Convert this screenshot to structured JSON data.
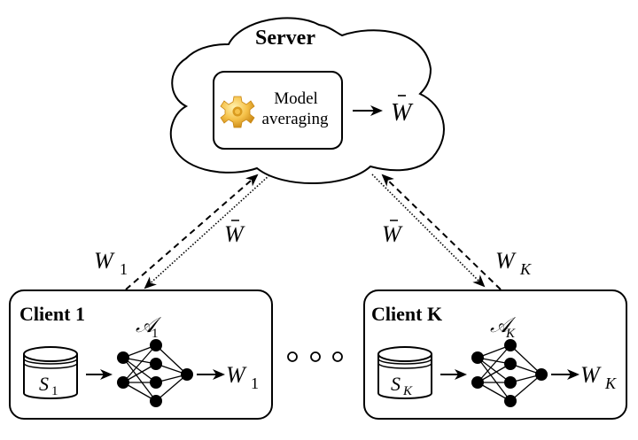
{
  "server": {
    "title": "Server",
    "module_line1": "Model",
    "module_line2": "averaging",
    "output_symbol": "W",
    "output_bar": "¯",
    "icon": "gear-icon"
  },
  "links": {
    "left_upload": {
      "base": "W",
      "sub": "1"
    },
    "left_download": {
      "base": "W",
      "bar": "¯"
    },
    "right_upload": {
      "base": "W",
      "sub": "K"
    },
    "right_download": {
      "base": "W",
      "bar": "¯"
    }
  },
  "ellipsis": "○ ○ ○",
  "clients": [
    {
      "title": "Client 1",
      "dataset": {
        "base": "S",
        "sub": "1"
      },
      "algorithm": {
        "base": "𝒜",
        "sub": "1"
      },
      "output": {
        "base": "W",
        "sub": "1"
      }
    },
    {
      "title": "Client K",
      "dataset": {
        "base": "S",
        "sub": "K"
      },
      "algorithm": {
        "base": "𝒜",
        "sub": "K"
      },
      "output": {
        "base": "W",
        "sub": "K"
      }
    }
  ],
  "colors": {
    "stroke": "#000000",
    "gear_light": "#ffd870",
    "gear_dark": "#d99a1e",
    "background": "#ffffff"
  }
}
